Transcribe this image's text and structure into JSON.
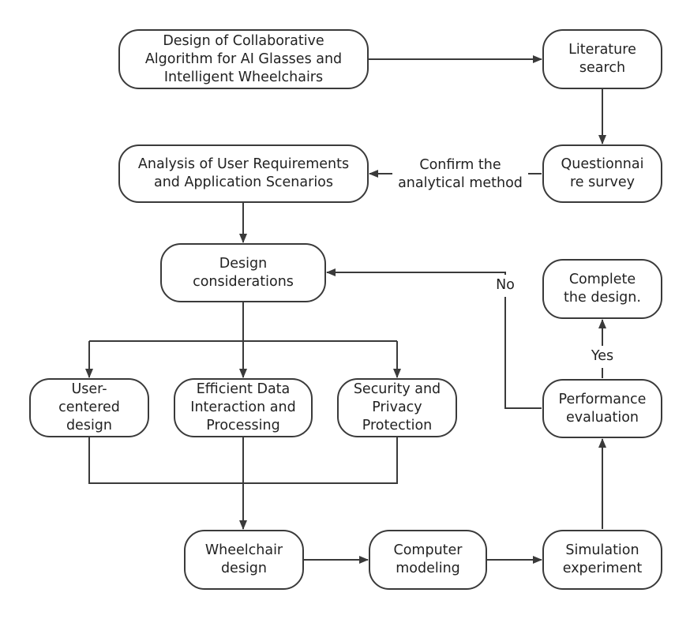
{
  "nodes": {
    "design_goal": "Design of Collaborative\nAlgorithm for AI Glasses and\nIntelligent Wheelchairs",
    "literature": "Literature\nsearch",
    "questionnaire": "Questionnai\nre survey",
    "analysis": "Analysis of User Requirements\nand Application Scenarios",
    "considerations": "Design\nconsiderations",
    "user_centered": "User-\ncentered\ndesign",
    "data_interaction": "Efficient Data\nInteraction and\nProcessing",
    "security": "Security and\nPrivacy\nProtection",
    "wheelchair": "Wheelchair\ndesign",
    "computer": "Computer\nmodeling",
    "simulation": "Simulation\nexperiment",
    "performance": "Performance\nevaluation",
    "complete": "Complete\nthe design."
  },
  "edge_labels": {
    "confirm": "Confirm the\nanalytical method",
    "no": "No",
    "yes": "Yes"
  },
  "colors": {
    "line": "#3a3a3a",
    "text": "#222222",
    "background": "#ffffff"
  }
}
